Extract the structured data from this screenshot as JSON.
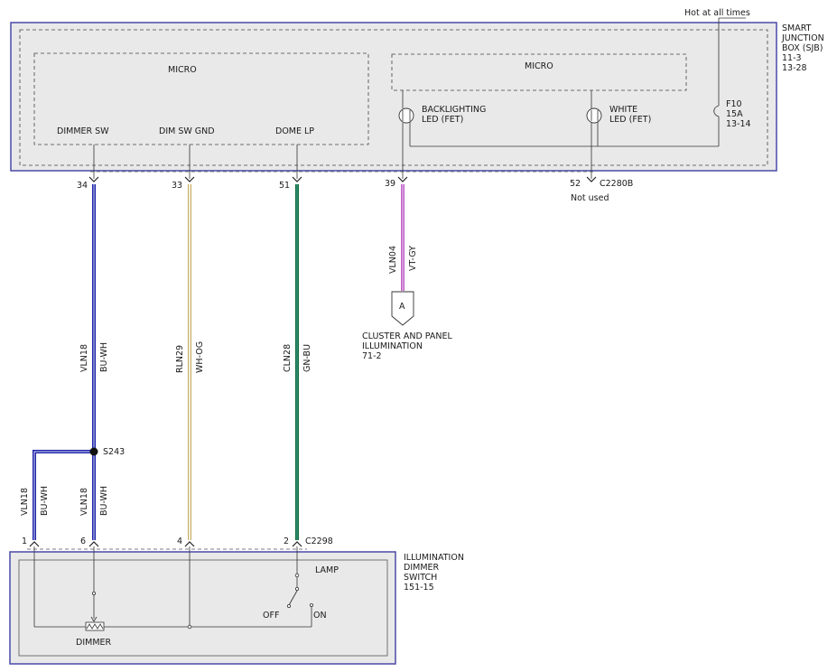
{
  "sjb": {
    "annotation": "Hot at all times",
    "title_lines": [
      "SMART",
      "JUNCTION",
      "BOX (SJB)",
      "11-3",
      "13-28"
    ],
    "micro_left": "MICRO",
    "micro_right": "MICRO",
    "pins": {
      "dimmer_sw": "DIMMER SW",
      "dim_sw_gnd": "DIM SW GND",
      "dome_lp": "DOME LP",
      "backlighting_led": [
        "BACKLIGHTING",
        "LED (FET)"
      ],
      "white_led": [
        "WHITE",
        "LED (FET)"
      ]
    },
    "fuse": [
      "F10",
      "15A",
      "13-14"
    ]
  },
  "connector_top": {
    "pins": [
      "34",
      "33",
      "51",
      "39",
      "52"
    ],
    "name": "C2280B",
    "not_used": "Not used"
  },
  "wires": {
    "vln18": {
      "circuit": "VLN18",
      "color": "BU-WH"
    },
    "rln29": {
      "circuit": "RLN29",
      "color": "WH-OG"
    },
    "cln28": {
      "circuit": "CLN28",
      "color": "GN-BU"
    },
    "vln04": {
      "circuit": "VLN04",
      "color": "VT-GY"
    }
  },
  "splice": "S243",
  "offpage": {
    "letter": "A",
    "lines": [
      "CLUSTER AND PANEL",
      "ILLUMINATION",
      "71-2"
    ]
  },
  "connector_bottom": {
    "pins": [
      "1",
      "6",
      "4",
      "2"
    ],
    "name": "C2298"
  },
  "dimmer_switch": {
    "title_lines": [
      "ILLUMINATION",
      "DIMMER",
      "SWITCH",
      "151-15"
    ],
    "lamp": "LAMP",
    "off": "OFF",
    "on": "ON",
    "dimmer": "DIMMER"
  },
  "colors": {
    "box_border": "#4a4aa8",
    "box_fill": "#e9e9e9",
    "wire_blue": "#1c22a8",
    "wire_white": "#f4f0d8",
    "wire_orange": "#b89a4a",
    "wire_green": "#0f6a3a",
    "wire_violet": "#c060c8"
  }
}
